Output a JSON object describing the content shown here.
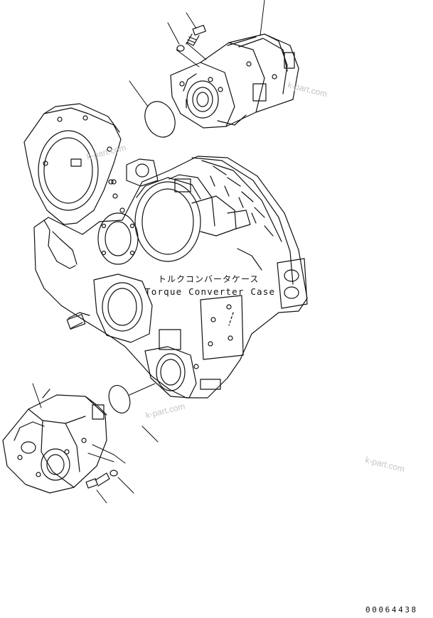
{
  "diagram": {
    "case_label_jp": "トルクコンバータケース",
    "case_label_en": "Torque Converter Case",
    "part_number": "00064438",
    "watermark": "k-part.com"
  },
  "colors": {
    "ink": "#111111",
    "watermark": "#c4c4c4",
    "background": "#ffffff"
  }
}
